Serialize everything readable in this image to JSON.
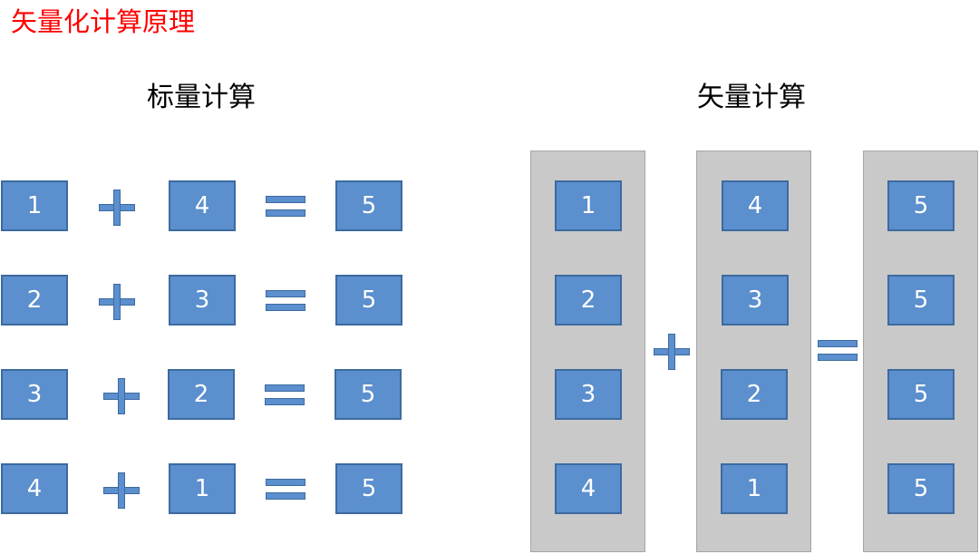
{
  "page_title": "矢量化计算原理",
  "scalar": {
    "title": "标量计算",
    "rows": [
      {
        "a": "1",
        "b": "4",
        "result": "5"
      },
      {
        "a": "2",
        "b": "3",
        "result": "5"
      },
      {
        "a": "3",
        "b": "2",
        "result": "5"
      },
      {
        "a": "4",
        "b": "1",
        "result": "5"
      }
    ]
  },
  "vector": {
    "title": "矢量计算",
    "columns": [
      [
        "1",
        "2",
        "3",
        "4"
      ],
      [
        "4",
        "3",
        "2",
        "1"
      ],
      [
        "5",
        "5",
        "5",
        "5"
      ]
    ]
  },
  "colors": {
    "title_red": "#ff0000",
    "box_fill": "#5b8fce",
    "box_border": "#3d6a9f",
    "panel_fill": "#c9c9c9"
  }
}
